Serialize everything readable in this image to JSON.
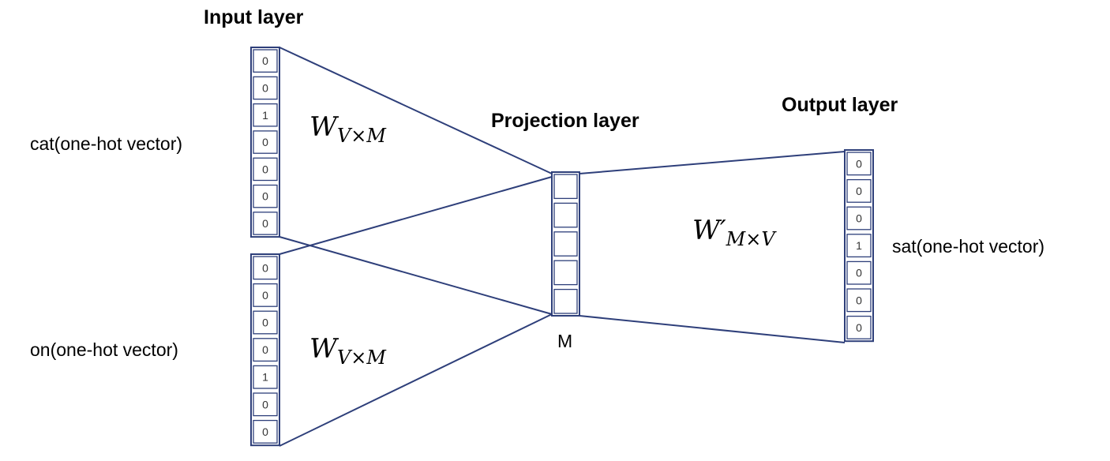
{
  "labels": {
    "input_layer": "Input layer",
    "projection_layer": "Projection layer",
    "output_layer": "Output layer",
    "input_word_1": "cat(one-hot vector)",
    "input_word_2": "on(one-hot vector)",
    "output_word": "sat(one-hot vector)",
    "projection_dim": "M"
  },
  "weights": {
    "w_in": {
      "base": "W",
      "sub": "V×M"
    },
    "w_out": {
      "base": "W′",
      "sub": "M×V"
    }
  },
  "vectors": {
    "input_1": [
      "0",
      "0",
      "1",
      "0",
      "0",
      "0",
      "0"
    ],
    "input_2": [
      "0",
      "0",
      "0",
      "0",
      "1",
      "0",
      "0"
    ],
    "projection": [
      "",
      "",
      "",
      "",
      ""
    ],
    "output": [
      "0",
      "0",
      "0",
      "1",
      "0",
      "0",
      "0"
    ]
  },
  "colors": {
    "line": "#2e3f7a",
    "box": "#2e3f7a"
  }
}
